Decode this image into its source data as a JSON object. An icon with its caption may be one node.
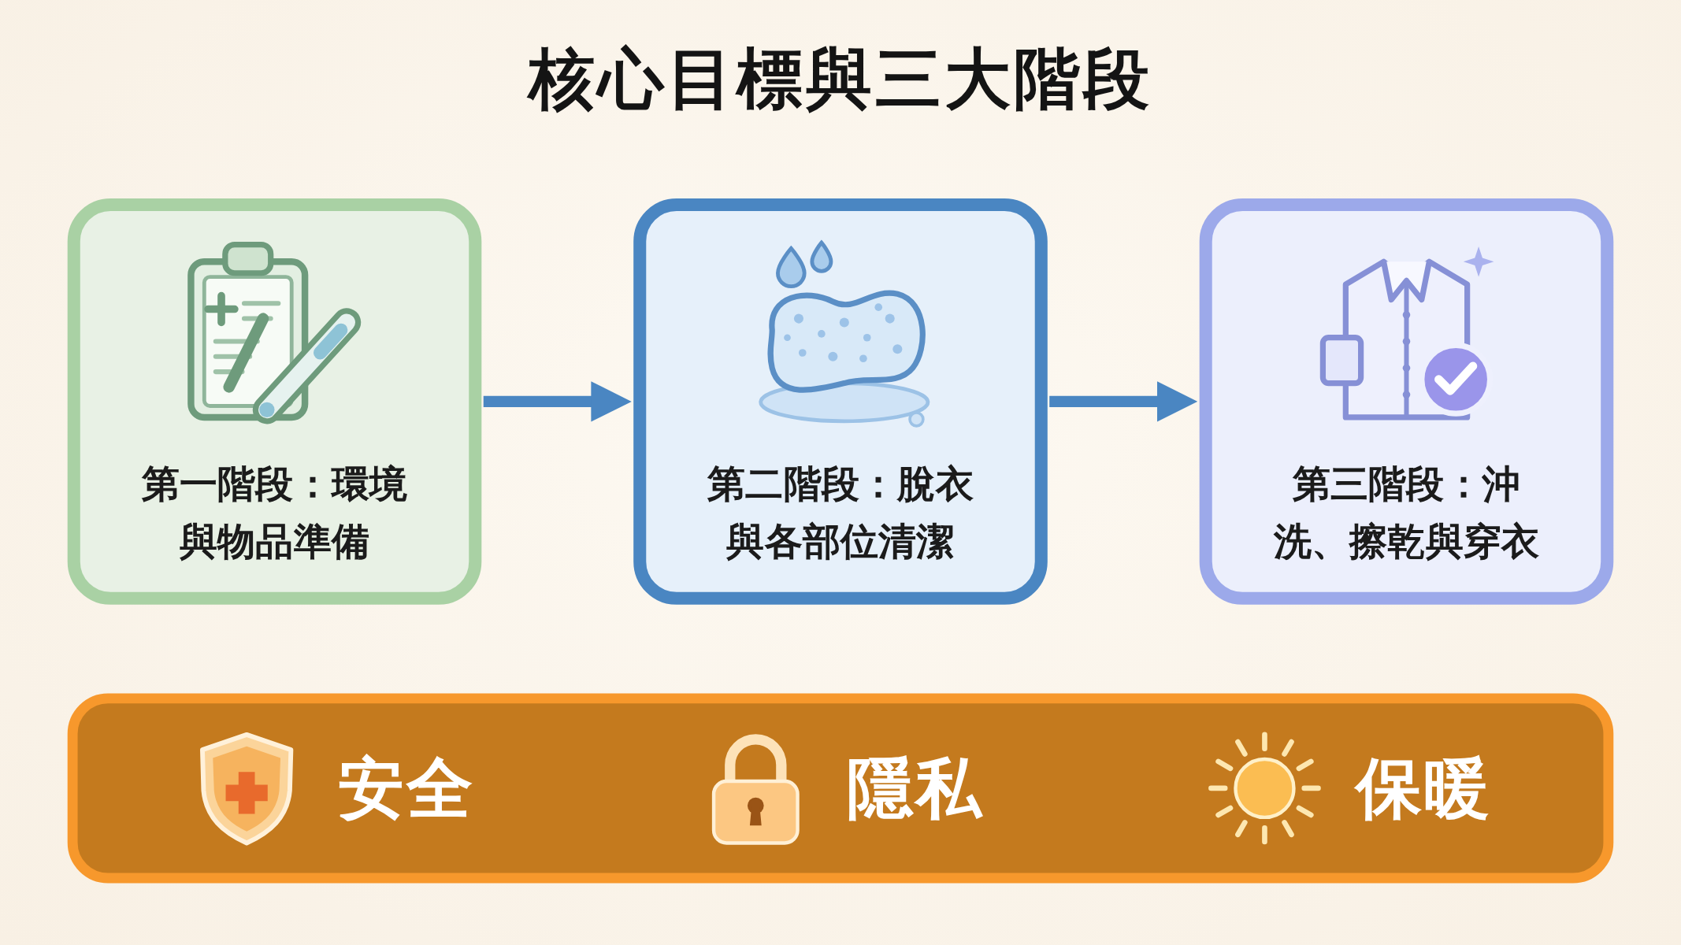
{
  "diagram": {
    "title": "核心目標與三大階段",
    "nodes": [
      {
        "text": [
          "第一階段：環境與物品準備"
        ]
      },
      {
        "text": [
          "第二階段：脫衣與各部位清潔"
        ]
      },
      {
        "text": [
          "第三階段：沖洗、擦乾與穿衣"
        ]
      },
      {
        "text": [
          "安全",
          "隱私",
          "保暖"
        ]
      }
    ],
    "edges": [
      {
        "from": 0,
        "to": 1,
        "arrow": "to"
      },
      {
        "from": 1,
        "to": 2,
        "arrow": "to"
      }
    ]
  }
}
